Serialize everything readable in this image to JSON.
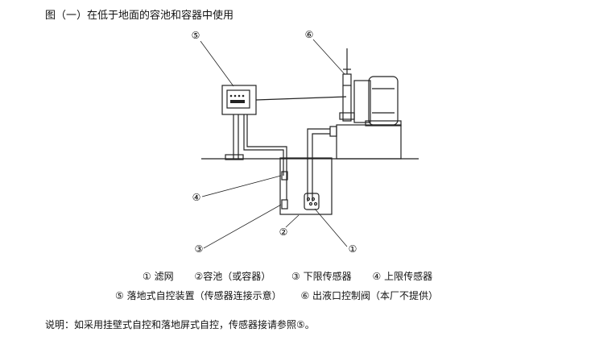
{
  "title": "图（一）在低于地面的容池和容器中使用",
  "callouts": {
    "c1": "①",
    "c2": "②",
    "c3": "③",
    "c4": "④",
    "c5": "⑤",
    "c6": "⑥"
  },
  "panel_label": "",
  "legend": {
    "row1": [
      {
        "num": "①",
        "label": "滤网"
      },
      {
        "num": "②",
        "label": "容池（或容器）"
      },
      {
        "num": "③",
        "label": "下限传感器"
      },
      {
        "num": "④",
        "label": "上限传感器"
      }
    ],
    "row2": [
      {
        "num": "⑤",
        "label": "落地式自控装置（传感器连接示意）"
      },
      {
        "num": "⑥",
        "label": "出液口控制阀（本厂不提供）"
      }
    ]
  },
  "note": "说明：如采用挂壁式自控和落地屏式自控，传感器接请参照⑤。"
}
